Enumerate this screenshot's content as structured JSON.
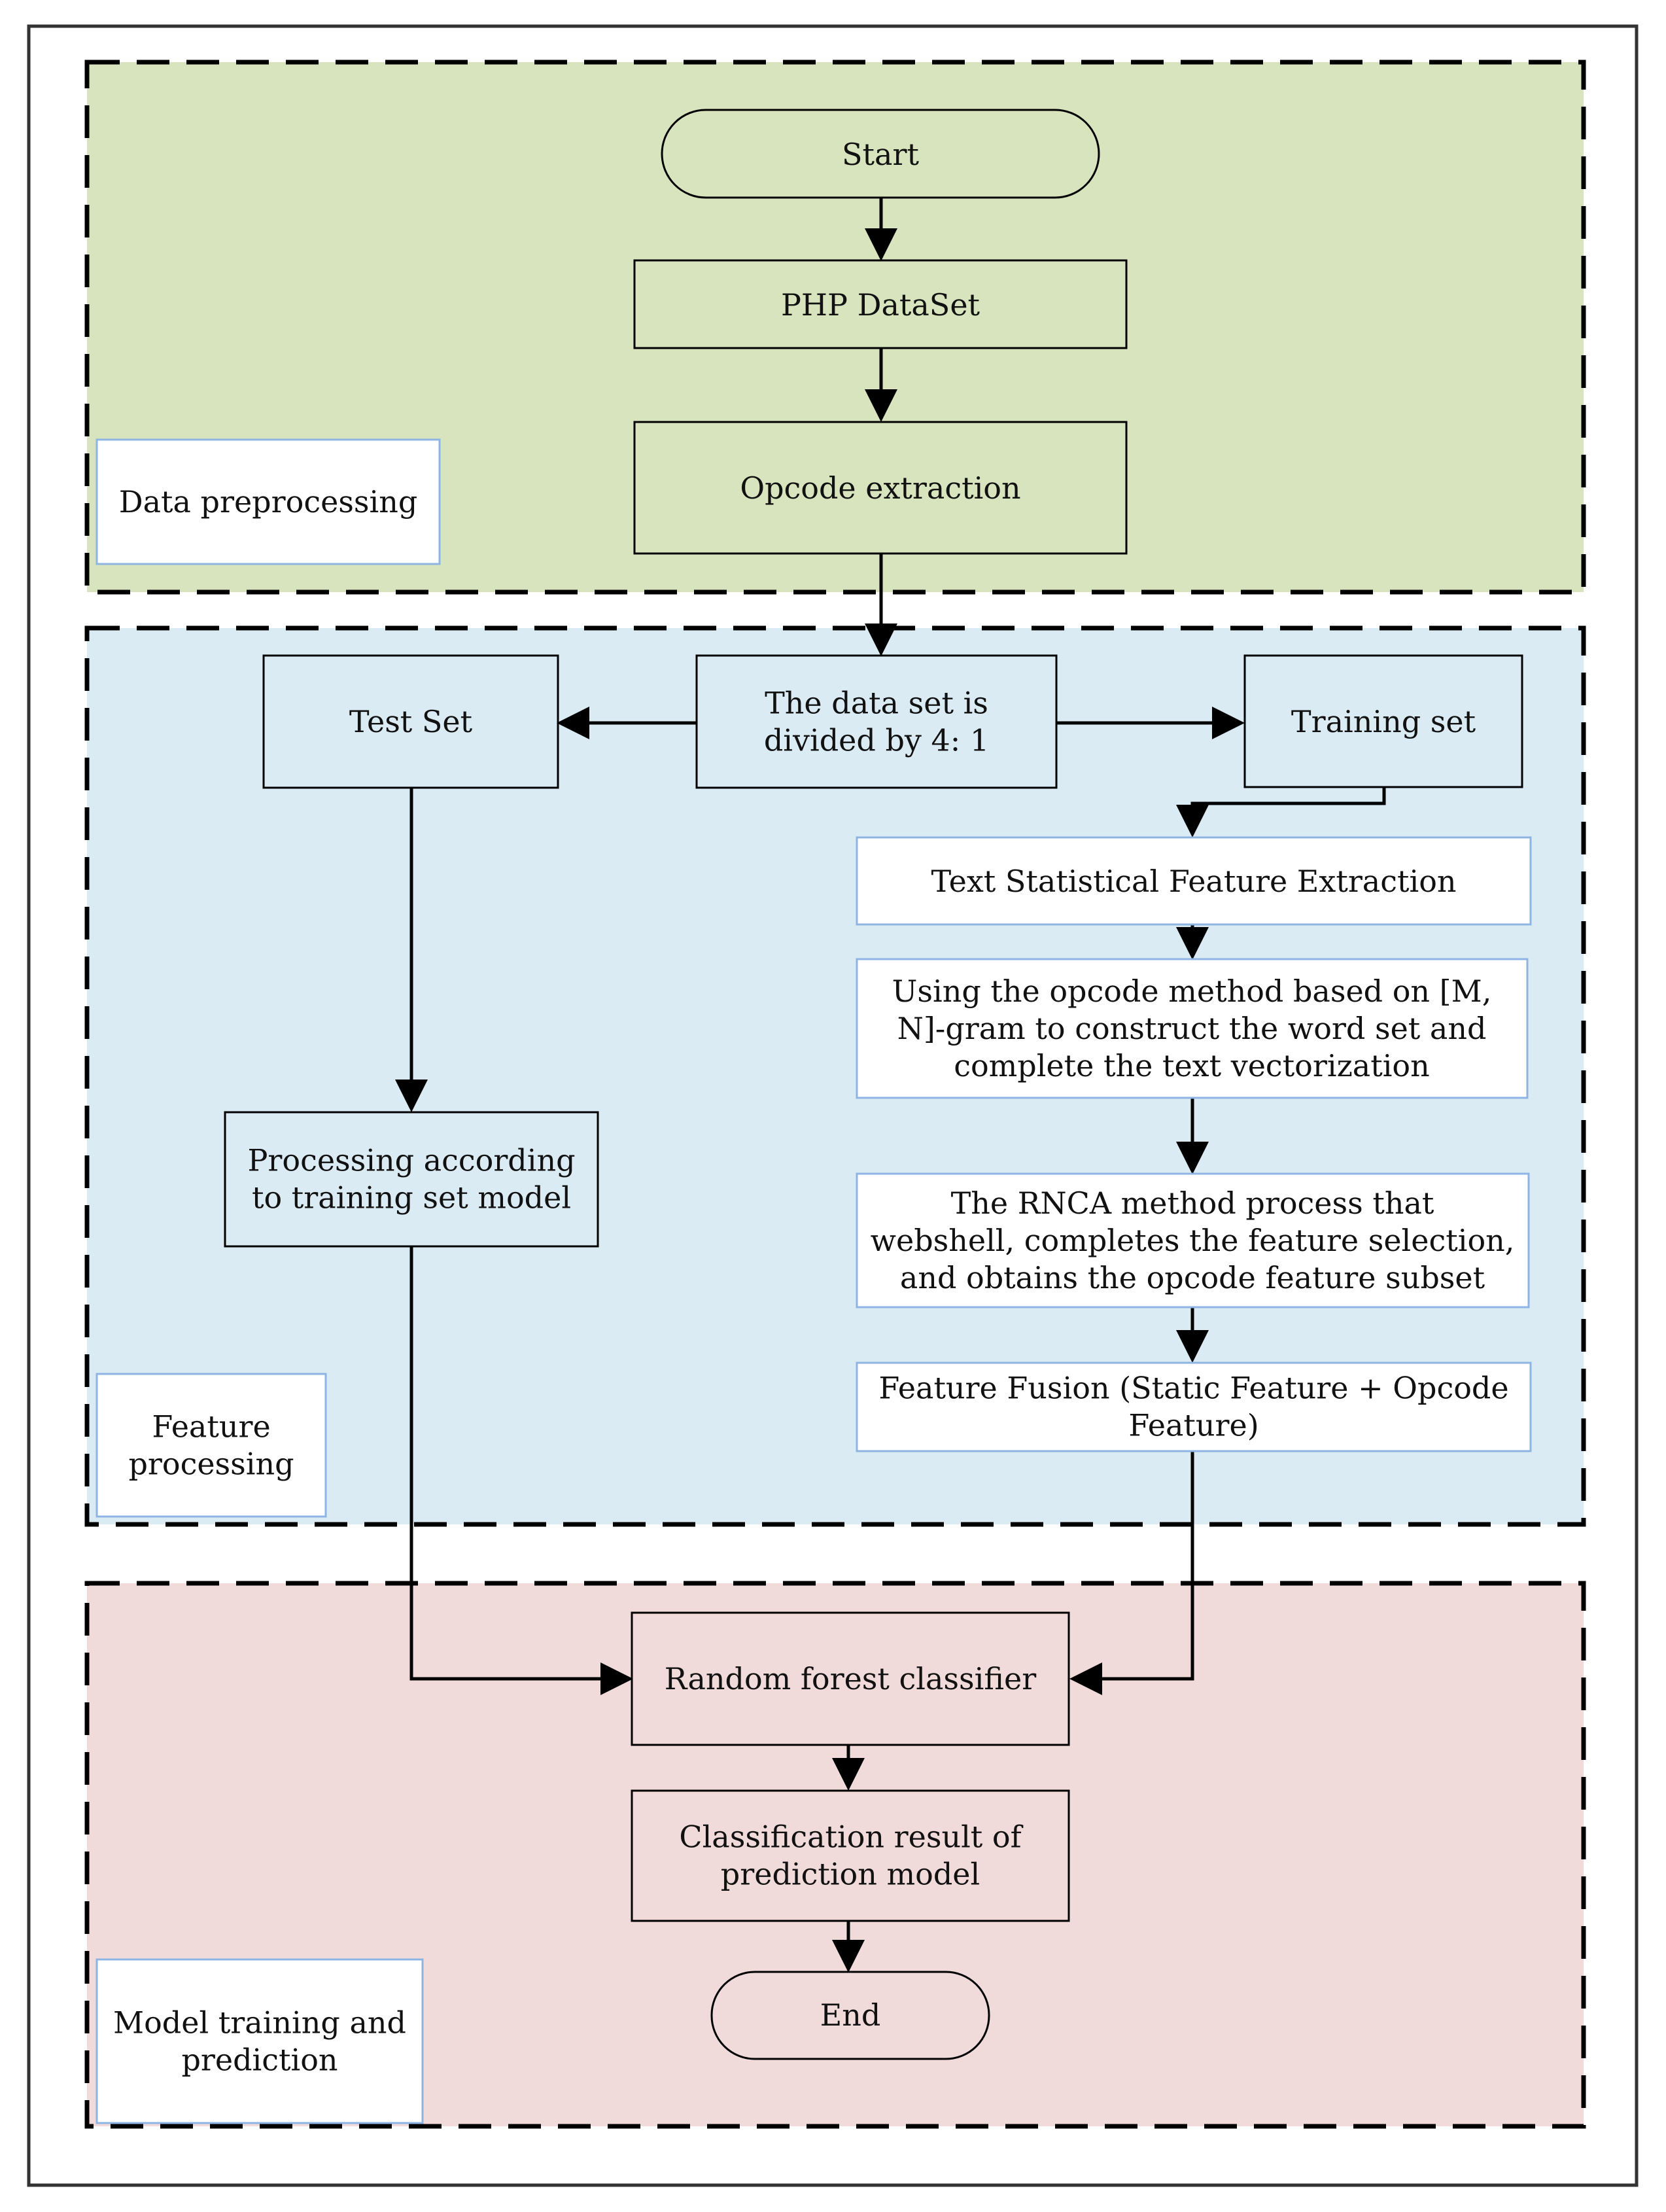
{
  "colors": {
    "preprocessing_bg": "#d7e4bd",
    "feature_bg": "#daebf3",
    "model_bg": "#f1dbda",
    "line": "#000000",
    "label_border": "#8eb4e3"
  },
  "sections": {
    "preprocessing": {
      "label": [
        "Data preprocessing"
      ]
    },
    "feature": {
      "label": [
        "Feature",
        "processing"
      ]
    },
    "model": {
      "label": [
        "Model training and",
        "prediction"
      ]
    }
  },
  "nodes": {
    "start": [
      "Start"
    ],
    "php_dataset": [
      "PHP DataSet"
    ],
    "opcode_extraction": [
      "Opcode extraction"
    ],
    "split": [
      "The data set is",
      "divided by 4: 1"
    ],
    "test_set": [
      "Test Set"
    ],
    "training_set": [
      "Training set"
    ],
    "text_stat": [
      "Text Statistical Feature Extraction"
    ],
    "mn_gram": [
      "Using the opcode method based on [M,",
      "N]-gram to construct the word set and",
      "complete the text vectorization"
    ],
    "rnca": [
      "The RNCA method process that",
      "webshell, completes the feature selection,",
      "and obtains the opcode feature subset"
    ],
    "processing_model": [
      "Processing according",
      "to training set model"
    ],
    "fusion": [
      "Feature Fusion (Static Feature + Opcode",
      "Feature)"
    ],
    "random_forest": [
      "Random forest classifier"
    ],
    "classification_result": [
      "Classification result of",
      "prediction model"
    ],
    "end": [
      "End"
    ]
  }
}
